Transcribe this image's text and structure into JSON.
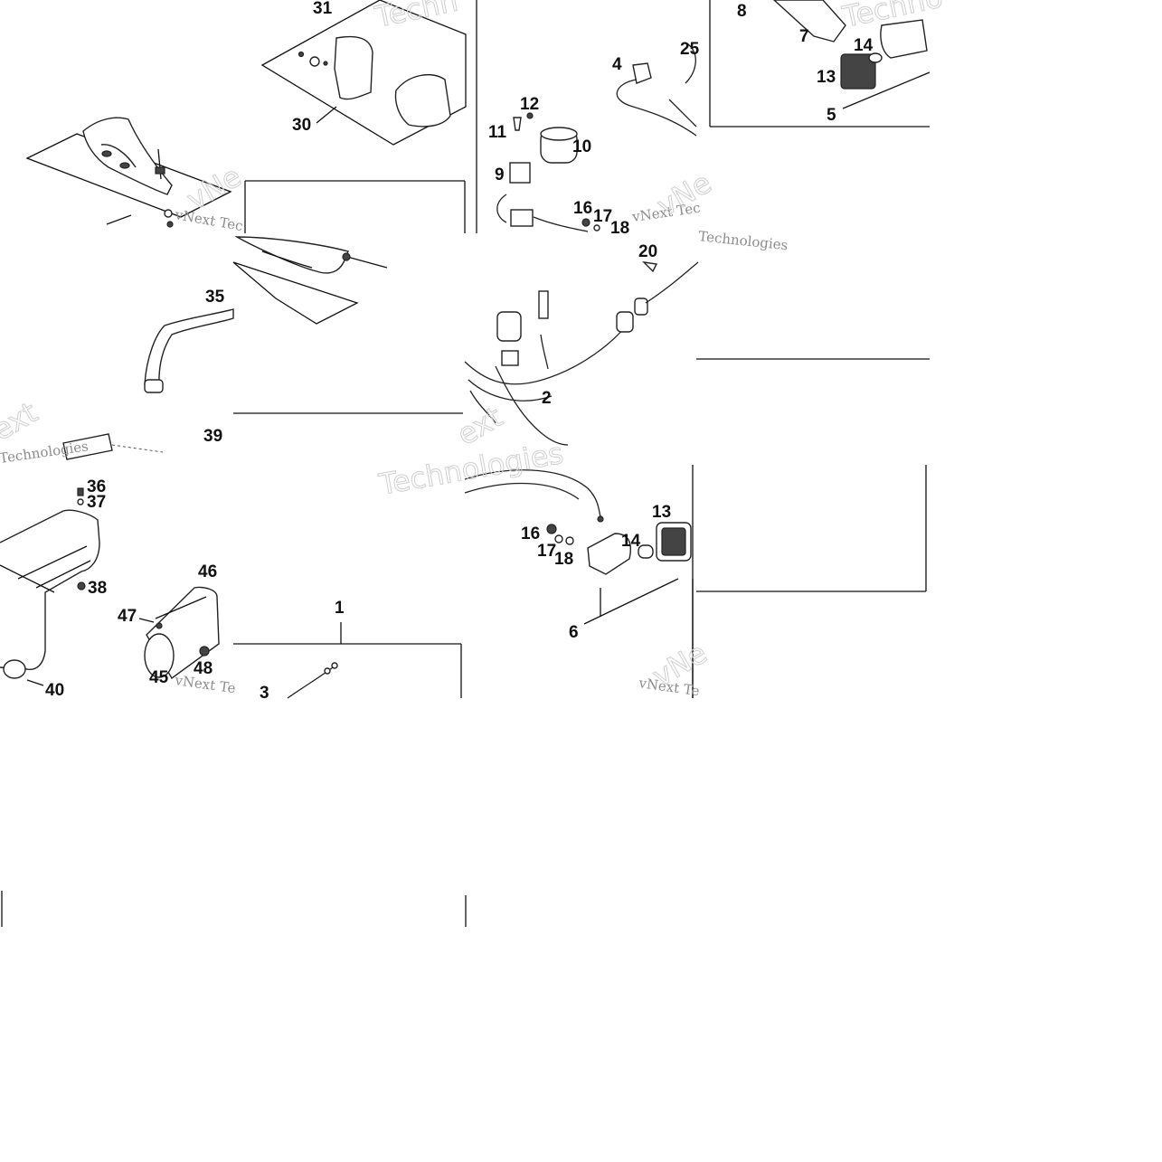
{
  "diagram": {
    "callouts": [
      "31",
      "30",
      "8",
      "7",
      "13",
      "14",
      "5",
      "4",
      "25",
      "12",
      "11",
      "10",
      "9",
      "16",
      "17",
      "18",
      "20",
      "2",
      "35",
      "39",
      "36",
      "37",
      "38",
      "46",
      "47",
      "48",
      "45",
      "40",
      "1",
      "3",
      "16",
      "17",
      "18",
      "14",
      "13",
      "6"
    ],
    "watermarks": [
      "vNext Tec",
      "vNext Te",
      "vNext Tec",
      "vNext Te",
      "Techn",
      "Techno",
      "Technologies",
      "Technologies",
      "Technologies",
      "ext",
      "ext",
      "vNe",
      "vNe",
      "vNe"
    ]
  }
}
